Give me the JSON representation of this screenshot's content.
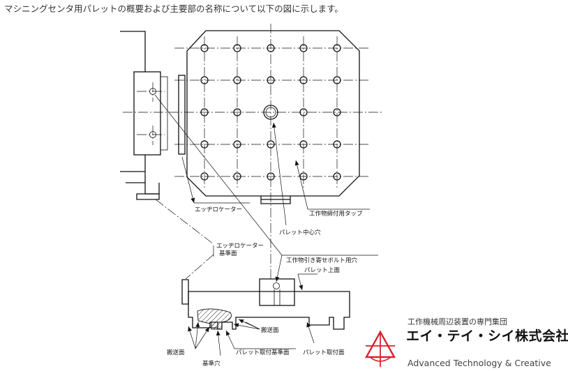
{
  "intro_text": "マシニングセンタ用パレットの概要および主要部の名称について以下の図に示します。",
  "labels": {
    "edge_locator": "エッヂロケーター",
    "work_tap": "工作物締付用タップ",
    "pallet_center_hole": "パレット中心穴",
    "edge_locator_ref_1": "エッヂロケーター",
    "edge_locator_ref_2": "基準面",
    "pull_bolt_hole": "工作物引き寄せボルト用穴",
    "pallet_top": "パレット上面",
    "transport_face_right": "搬送面",
    "transport_face_left": "搬送面",
    "pallet_mount_ref": "パレット取付基準面",
    "pallet_mount_face": "パレット取付面",
    "ref_hole": "基準穴"
  },
  "logo": {
    "tagline": "工作機械周辺装置の専門集団",
    "company": "エイ・テイ・シイ株式会社",
    "english": "Advanced Technology & Creative",
    "accent_color": "#d9232e"
  }
}
